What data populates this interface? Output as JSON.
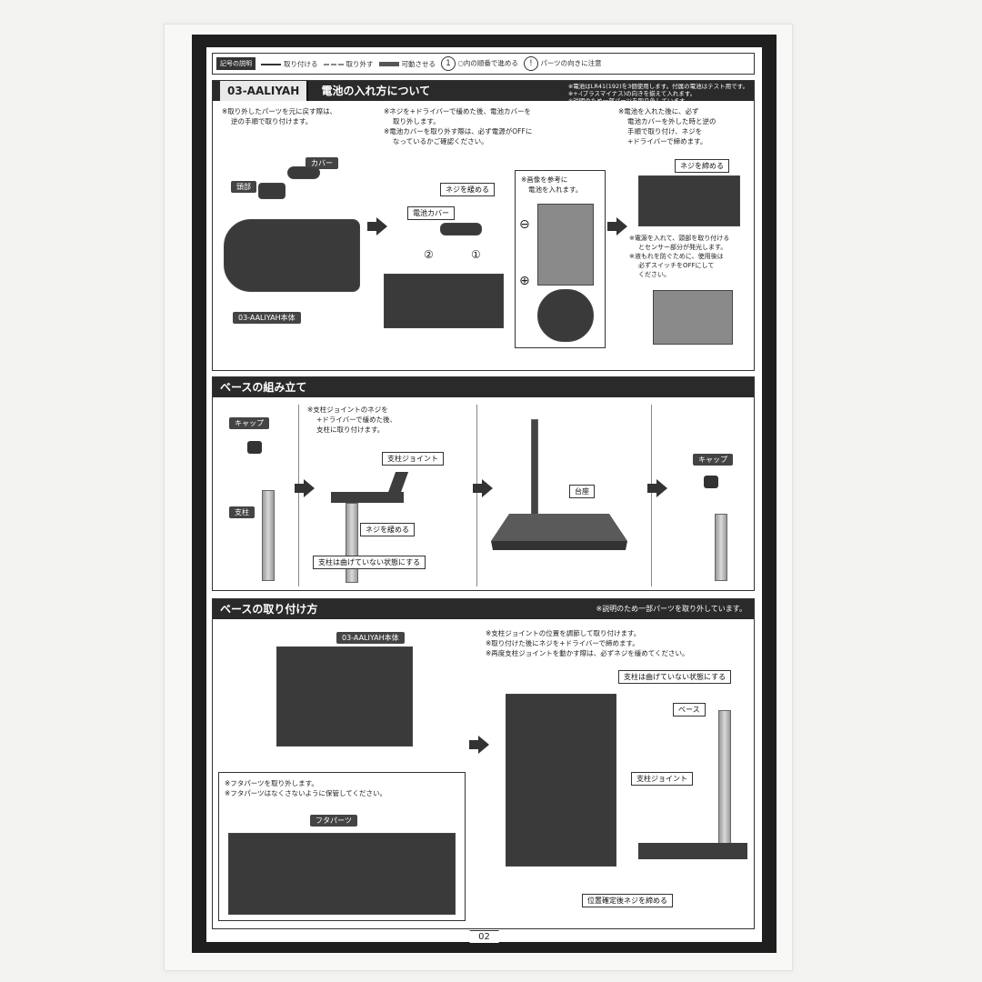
{
  "legend": {
    "title": "記号の説明",
    "attach": "取り付ける",
    "remove": "取り外す",
    "move": "可動させる",
    "order_num": "1",
    "order_text": "○内の順番で進める",
    "warn_symbol": "!",
    "warn_text": "パーツの向きに注意"
  },
  "battery": {
    "model": "03-AALIYAH",
    "title": "電池の入れ方について",
    "notes": [
      "※電池はLR41(192)を3個使用します。付属の電池はテスト用です。",
      "※+-(プラスマイナス)の向きを揃えて入れます。",
      "※説明のため一部パーツを取り外しています。"
    ],
    "step1": [
      "※取り外したパーツを元に戻す際は、",
      "逆の手順で取り付けます。"
    ],
    "head": "頭部",
    "cover": "カバー",
    "body": "03-AALIYAH本体",
    "step2": [
      "※ネジを+ドライバーで緩めた後、電池カバーを",
      "取り外します。",
      "※電池カバーを取り外す際は、必ず電源がOFFに",
      "なっているかご確認ください。"
    ],
    "loosen": "ネジを緩める",
    "battery_cover": "電池カバー",
    "n1": "①",
    "n2": "②",
    "ref": [
      "※画像を参考に",
      "電池を入れます。"
    ],
    "minus": "⊖",
    "plus": "⊕",
    "step3": [
      "※電池を入れた後に、必ず",
      "電池カバーを外した時と逆の",
      "手順で取り付け、ネジを",
      "+ドライバーで締めます。"
    ],
    "tighten": "ネジを締める",
    "after": [
      "※電源を入れて、頭部を取り付ける",
      "とセンサー部分が発光します。",
      "※液もれを防ぐために、使用後は",
      "必ずスイッチをOFFにして",
      "ください。"
    ]
  },
  "base": {
    "title": "ベースの組み立て",
    "cap": "キャップ",
    "pole": "支柱",
    "step2": [
      "※支柱ジョイントのネジを",
      "+ドライバーで緩めた後、",
      "支柱に取り付けます。"
    ],
    "joint": "支柱ジョイント",
    "loosen": "ネジを緩める",
    "straight": "支柱は曲げていない状態にする",
    "pedestal": "台座",
    "cap2": "キャップ"
  },
  "mount": {
    "title": "ベースの取り付け方",
    "note": "※説明のため一部パーツを取り外しています。",
    "body": "03-AALIYAH本体",
    "cover_notes": [
      "※フタパーツを取り外します。",
      "※フタパーツはなくさないように保管してください。"
    ],
    "cover_part": "フタパーツ",
    "steps": [
      "※支柱ジョイントの位置を調節して取り付けます。",
      "※取り付けた後にネジを+ドライバーで締めます。",
      "※再度支柱ジョイントを動かす際は、必ずネジを緩めてください。"
    ],
    "straight": "支柱は曲げていない状態にする",
    "base": "ベース",
    "joint": "支柱ジョイント",
    "fix": "位置確定後ネジを締める"
  },
  "page_number": "02"
}
